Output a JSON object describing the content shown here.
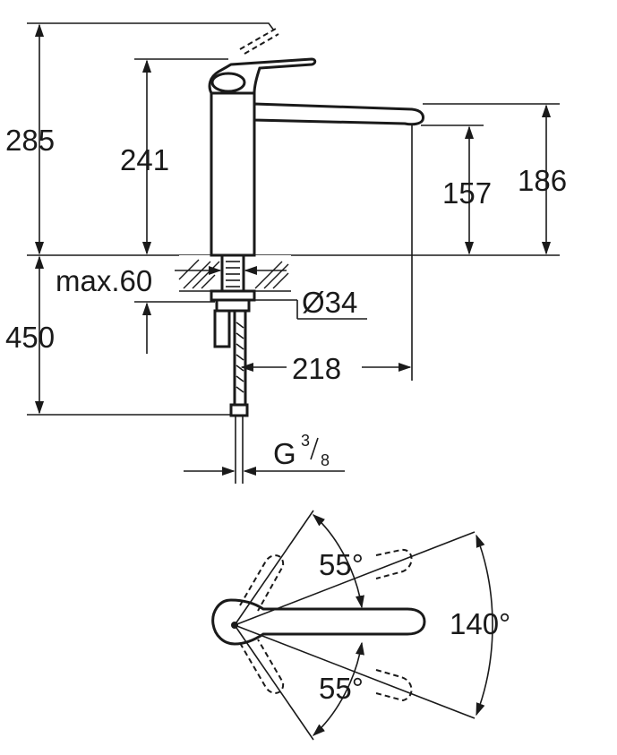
{
  "dimensions": {
    "total_height": "285",
    "spout_height": "241",
    "outlet_height": "157",
    "spout_top_height": "186",
    "max_counter": "max.60",
    "hole_diameter": "Ø34",
    "below_counter": "450",
    "reach": "218",
    "connection_base": "G",
    "connection_num": "3",
    "connection_den": "8"
  },
  "angles": {
    "upper": "55°",
    "lower": "55°",
    "total": "140°"
  }
}
